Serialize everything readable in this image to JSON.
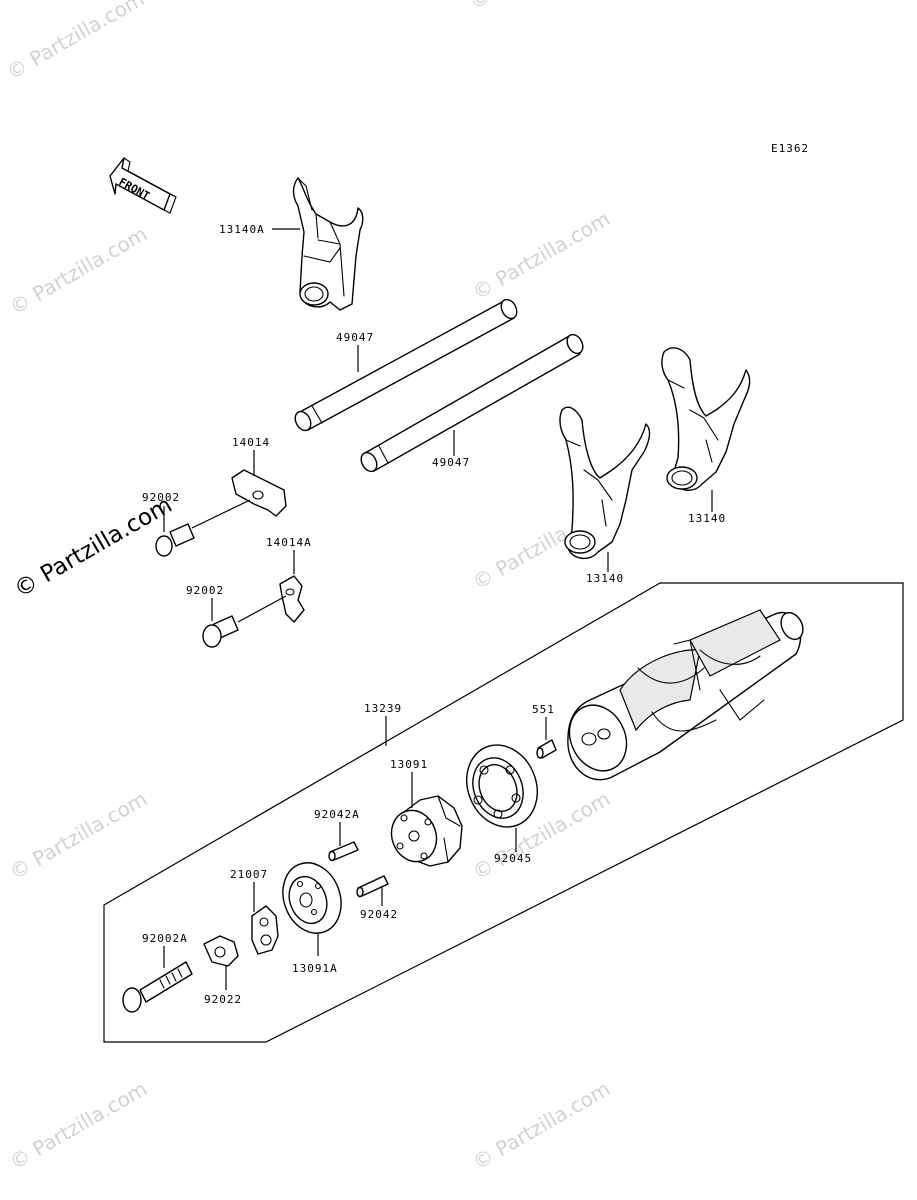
{
  "diagram_code": "E1362",
  "front_label": "FRONT",
  "watermark": "© Partzilla.com",
  "watermark_faded": "© Partzilla.com",
  "callouts": {
    "fork_13140A": "13140A",
    "shaft_49047_upper": "49047",
    "shaft_49047_lower": "49047",
    "plate_14014": "14014",
    "bolt_92002_upper": "92002",
    "plate_14014A": "14014A",
    "bolt_92002_lower": "92002",
    "fork_13140_right": "13140",
    "fork_13140_middle": "13140",
    "drum_assembly_13239": "13239",
    "pin_551": "551",
    "holder_13091": "13091",
    "pin_92042A": "92042A",
    "bearing_92045": "92045",
    "lever_21007": "21007",
    "pin_92042": "92042",
    "plate_13091A": "13091A",
    "bolt_92002A": "92002A",
    "spacer_92022": "92022"
  }
}
